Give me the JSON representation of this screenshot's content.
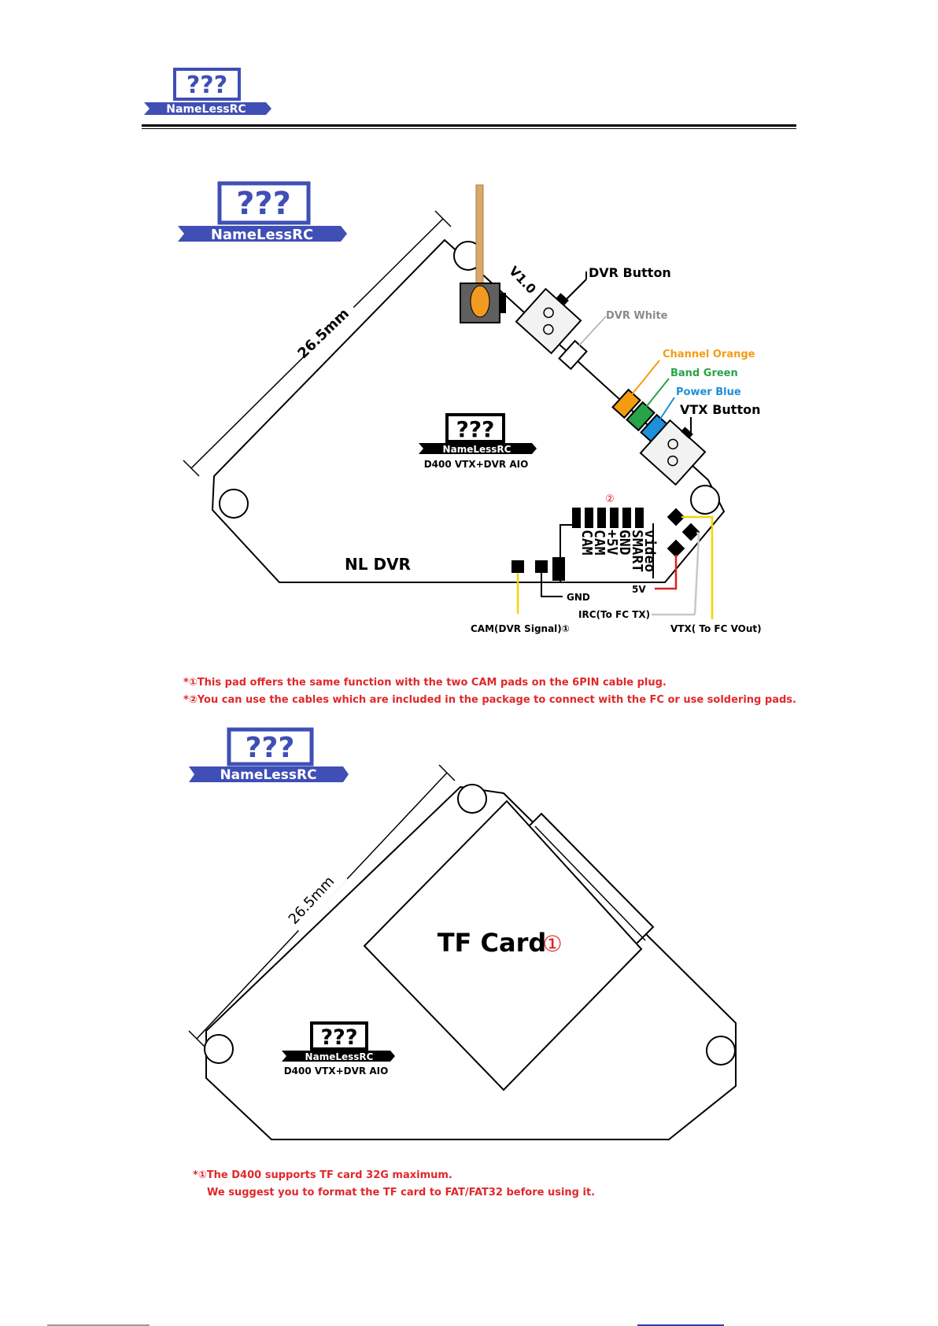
{
  "header": {
    "logo_marks": "???",
    "logo_name": "NameLessRC"
  },
  "top_diagram": {
    "logo_marks": "???",
    "logo_name": "NameLessRC",
    "dimension": "26.5mm",
    "version_mark": "V1.0",
    "board_logo_marks": "???",
    "board_logo_name": "NameLessRC",
    "board_model": "D400 VTX+DVR AIO",
    "board_text": "NL DVR",
    "pin_ref": "②",
    "pin_labels": [
      "video",
      "SMART",
      "GND",
      "+5V",
      "CAM",
      "CAM"
    ],
    "callouts": {
      "dvr_button": "DVR Button",
      "dvr_white": "DVR White",
      "channel_orange": "Channel Orange",
      "band_green": "Band Green",
      "power_blue": "Power Blue",
      "vtx_button": "VTX Button",
      "v5": "5V",
      "gnd": "GND",
      "irc": "IRC(To FC TX)",
      "cam": "CAM(DVR Signal)①",
      "vtx": "VTX( To FC VOut)"
    },
    "colors": {
      "orange": "#f39c12",
      "green": "#27a34a",
      "blue": "#1e8fd8",
      "red": "#e02020",
      "yellow": "#f2d500",
      "gray": "#c8c8c8"
    }
  },
  "notes_top": [
    "*①This pad offers the same function with the two CAM pads on the 6PIN cable plug.",
    "*②You can use the cables which are included in the package to connect with the FC or use soldering  pads."
  ],
  "bottom_diagram": {
    "logo_marks": "???",
    "logo_name": "NameLessRC",
    "dimension": "26.5mm",
    "tf_label": "TF Card",
    "tf_ref": "①",
    "board_logo_marks": "???",
    "board_logo_name": "NameLessRC",
    "board_model": "D400 VTX+DVR AIO"
  },
  "notes_bottom": [
    "*①The D400 supports TF card 32G maximum.",
    "We suggest you to format the TF card to FAT/FAT32 before using it."
  ]
}
